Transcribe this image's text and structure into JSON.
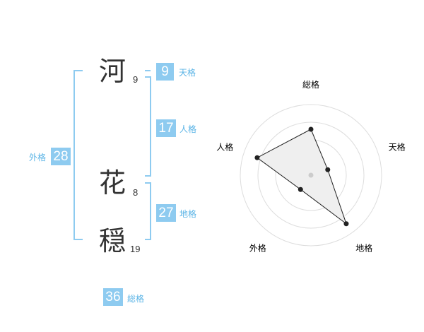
{
  "name_chars": [
    {
      "char": "河",
      "strokes": "9"
    },
    {
      "char": "花",
      "strokes": "8"
    },
    {
      "char": "穏",
      "strokes": "19"
    }
  ],
  "grid": {
    "tenkaku": {
      "value": "9",
      "label": "天格"
    },
    "jinkaku": {
      "value": "17",
      "label": "人格"
    },
    "chikaku": {
      "value": "27",
      "label": "地格"
    },
    "gaikaku": {
      "value": "28",
      "label": "外格"
    },
    "soukaku": {
      "value": "36",
      "label": "総格"
    }
  },
  "colors": {
    "accent": "#8ecbf0",
    "bracket": "#8ecbf0",
    "label": "#5bb4e6"
  },
  "chart_data": {
    "type": "radar",
    "axes": [
      "総格",
      "天格",
      "地格",
      "外格",
      "人格"
    ],
    "values": [
      0.65,
      0.25,
      0.85,
      0.25,
      0.8
    ],
    "max": 1,
    "rings": 4
  }
}
